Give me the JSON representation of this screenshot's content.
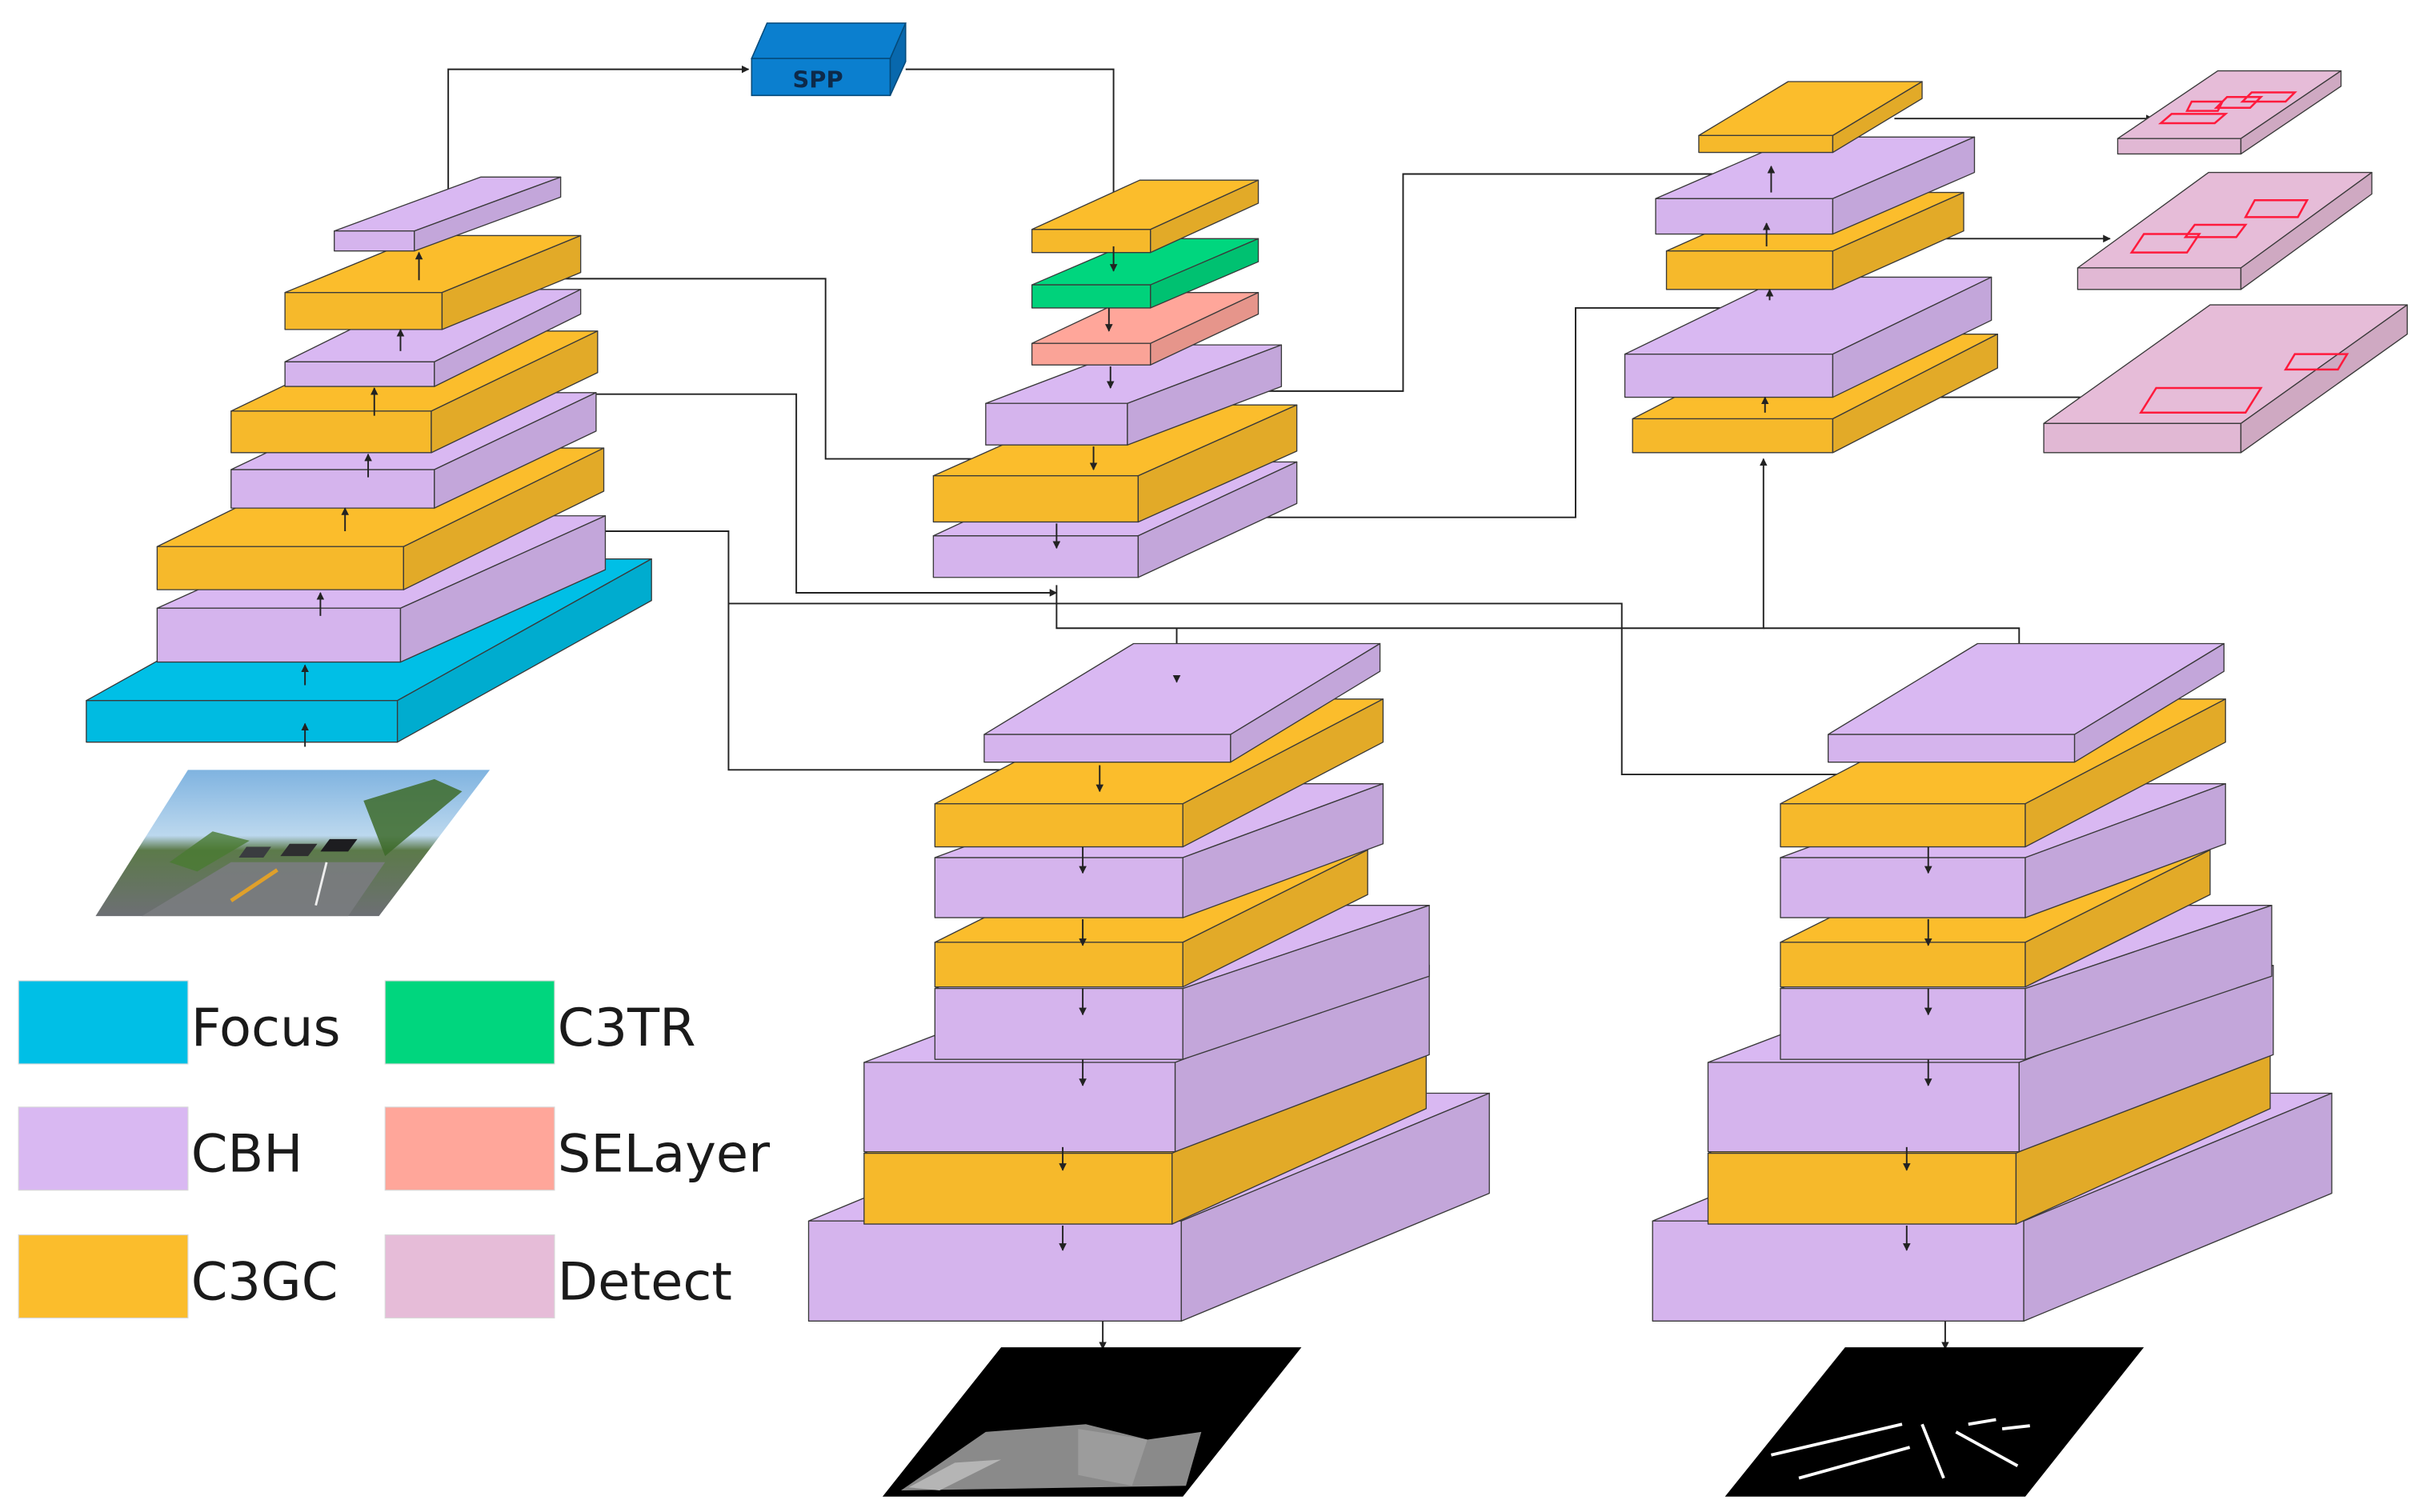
{
  "colors": {
    "Focus": "#00bfe6",
    "CBH": "#d9b8f2",
    "C3GC": "#fbbd2c",
    "C3TR": "#00d67e",
    "SELayer": "#ffa69a",
    "Detect": "#e6bcd8",
    "SPP": "#0b7fcf",
    "box": "#ff1a3c"
  },
  "legend": [
    {
      "key": "Focus",
      "label": "Focus"
    },
    {
      "key": "C3TR",
      "label": "C3TR"
    },
    {
      "key": "CBH",
      "label": "CBH"
    },
    {
      "key": "SELayer",
      "label": "SELayer"
    },
    {
      "key": "C3GC",
      "label": "C3GC"
    },
    {
      "key": "Detect",
      "label": "Detect"
    }
  ],
  "spp_label": "SPP"
}
